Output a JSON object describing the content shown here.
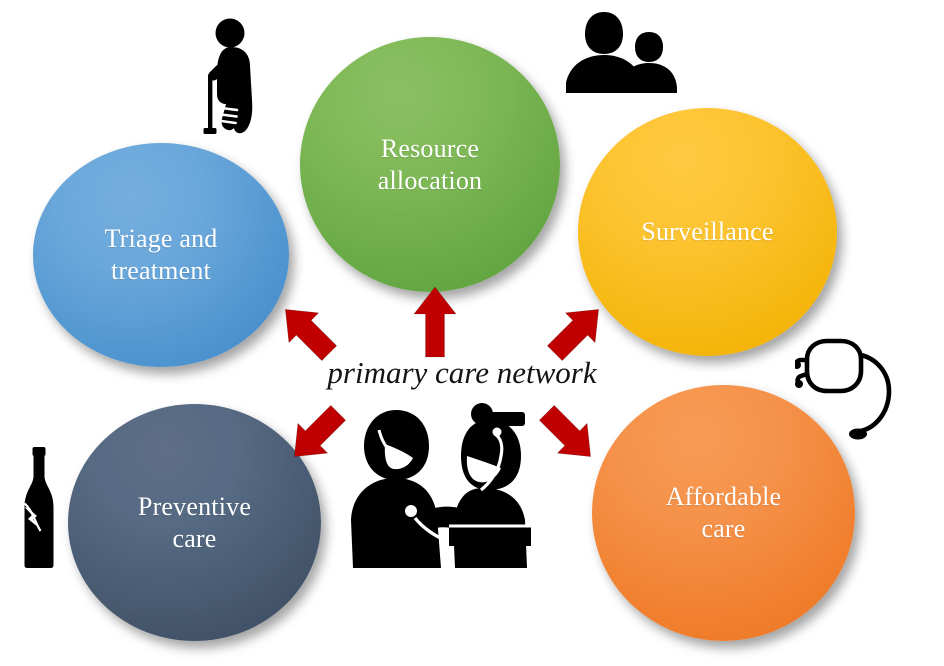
{
  "diagram": {
    "title": "primary care network",
    "center_caption": "primary care network",
    "background_color": "#ffffff",
    "arrow_color": "#C00000",
    "node_text_color": "#ffffff",
    "caption_color": "#141414",
    "nodes": [
      {
        "id": "triage",
        "label": "Triage and treatment",
        "line1": "Triage and",
        "line2": "treatment",
        "color": "#4E94D0",
        "position": "top-left"
      },
      {
        "id": "resource",
        "label": "Resource allocation",
        "line1": "Resource",
        "line2": "allocation",
        "color": "#66A844",
        "position": "top-center"
      },
      {
        "id": "surveillance",
        "label": "Surveillance",
        "line1": "Surveillance",
        "line2": "",
        "color": "#F5B60E",
        "position": "top-right"
      },
      {
        "id": "preventive",
        "label": "Preventive care",
        "line1": "Preventive",
        "line2": "care",
        "color": "#45566C",
        "position": "bottom-left"
      },
      {
        "id": "affordable",
        "label": "Affordable care",
        "line1": "Affordable",
        "line2": "care",
        "color": "#F07E2C",
        "position": "bottom-right"
      }
    ],
    "arrows": [
      {
        "id": "arrow-up-left",
        "direction": "up-left",
        "target": "triage"
      },
      {
        "id": "arrow-up-center",
        "direction": "up",
        "target": "resource"
      },
      {
        "id": "arrow-up-right",
        "direction": "up-right",
        "target": "surveillance"
      },
      {
        "id": "arrow-down-left",
        "direction": "down-left",
        "target": "preventive"
      },
      {
        "id": "arrow-down-right",
        "direction": "down-right",
        "target": "affordable"
      }
    ],
    "icons": [
      {
        "id": "injured-person",
        "name": "injured-person-with-cane-icon",
        "color": "#000000"
      },
      {
        "id": "two-people",
        "name": "two-people-icon",
        "color": "#000000"
      },
      {
        "id": "bottle",
        "name": "bottle-icon",
        "color": "#000000"
      },
      {
        "id": "doctor-patient",
        "name": "doctor-examining-patient-icon",
        "color": "#000000"
      },
      {
        "id": "stethoscope",
        "name": "stethoscope-icon",
        "color": "#000000"
      }
    ]
  }
}
